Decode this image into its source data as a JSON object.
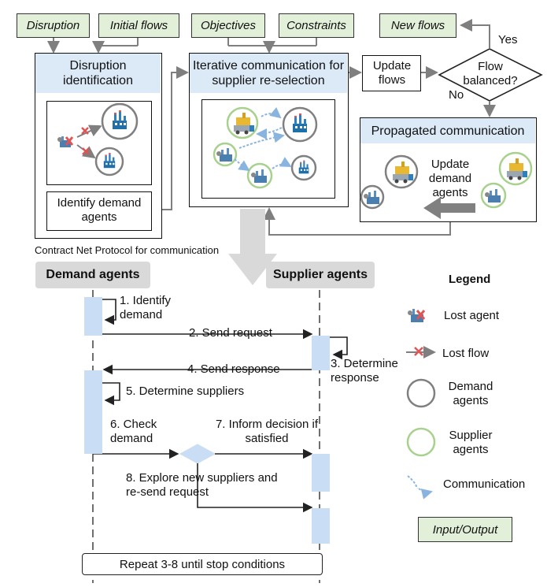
{
  "inputs": {
    "disruption": "Disruption",
    "initial_flows": "Initial flows",
    "objectives": "Objectives",
    "constraints": "Constraints",
    "new_flows": "New flows"
  },
  "panels": {
    "disruption_identification": "Disruption identification",
    "identify_demand_agents": "Identify demand agents",
    "iterative_communication": "Iterative communication for supplier re-selection",
    "update_flows": "Update flows",
    "flow_balanced": "Flow balanced?",
    "yes": "Yes",
    "no": "No",
    "propagated_communication": "Propagated communication",
    "update_demand_agents": "Update demand agents"
  },
  "protocol": {
    "title": "Contract Net Protocol for communication",
    "demand_agents": "Demand agents",
    "supplier_agents": "Supplier agents",
    "steps": {
      "s1": "1. Identify demand",
      "s2": "2. Send request",
      "s3": "3. Determine response",
      "s4": "4. Send response",
      "s5": "5. Determine suppliers",
      "s6": "6. Check demand",
      "s7": "7. Inform decision if satisfied",
      "s8": "8. Explore new suppliers and re-send request"
    },
    "repeat": "Repeat 3-8 until stop conditions"
  },
  "legend": {
    "title": "Legend",
    "lost_agent": "Lost agent",
    "lost_flow": "Lost flow",
    "demand_agents": "Demand agents",
    "supplier_agents": "Supplier agents",
    "communication": "Communication",
    "input_output": "Input/Output"
  },
  "colors": {
    "io_fill": "#e2f0d9",
    "panel_head": "#dce9f7",
    "activation": "#c9ddf5",
    "demand_ring": "#808080",
    "supplier_ring": "#a9d18e",
    "lost_red": "#e05555",
    "comm_blue": "#8ab4e0",
    "flow_arrow": "#7f7f7f"
  }
}
